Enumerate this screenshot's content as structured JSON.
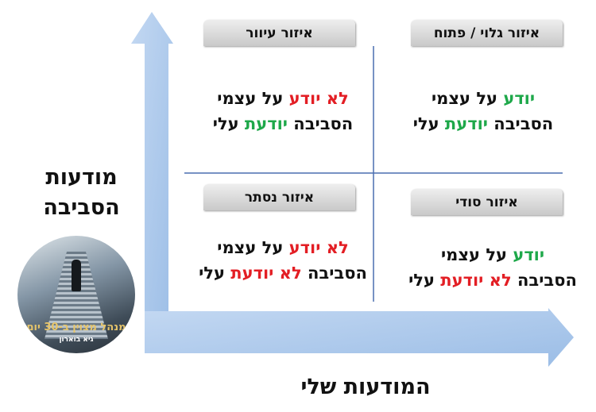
{
  "axes": {
    "y_label_line1": "מודעות",
    "y_label_line2": "הסביבה",
    "x_label": "המודעות שלי"
  },
  "quadrants": [
    {
      "title": "איזור גלוי / פתוח",
      "line1": {
        "a": "יודע",
        "b": " על עצמי"
      },
      "line2": {
        "a": "הסביבה ",
        "b": "יודעת",
        "c": " עלי"
      }
    },
    {
      "title": "איזור עיוור",
      "line1": {
        "a": "לא יודע",
        "b": " על עצמי"
      },
      "line2": {
        "a": "הסביבה ",
        "b": "יודעת",
        "c": " עלי"
      }
    },
    {
      "title": "איזור סודי",
      "line1": {
        "a": "יודע",
        "b": " על עצמי"
      },
      "line2": {
        "a": "הסביבה ",
        "b": "לא יודעת",
        "c": " עלי"
      }
    },
    {
      "title": "איזור נסתר",
      "line1": {
        "a": "לא יודע",
        "b": " על עצמי"
      },
      "line2": {
        "a": "הסביבה ",
        "b": "לא יודעת",
        "c": " עלי"
      }
    }
  ],
  "logo": {
    "title": "מנהל מצוין ב-30 יום",
    "author": "גיא בוארון"
  },
  "colors": {
    "known": "#1ea84a",
    "unknown": "#e31e24",
    "arrow": "#a9c8ec",
    "line": "#4a6fb0"
  }
}
